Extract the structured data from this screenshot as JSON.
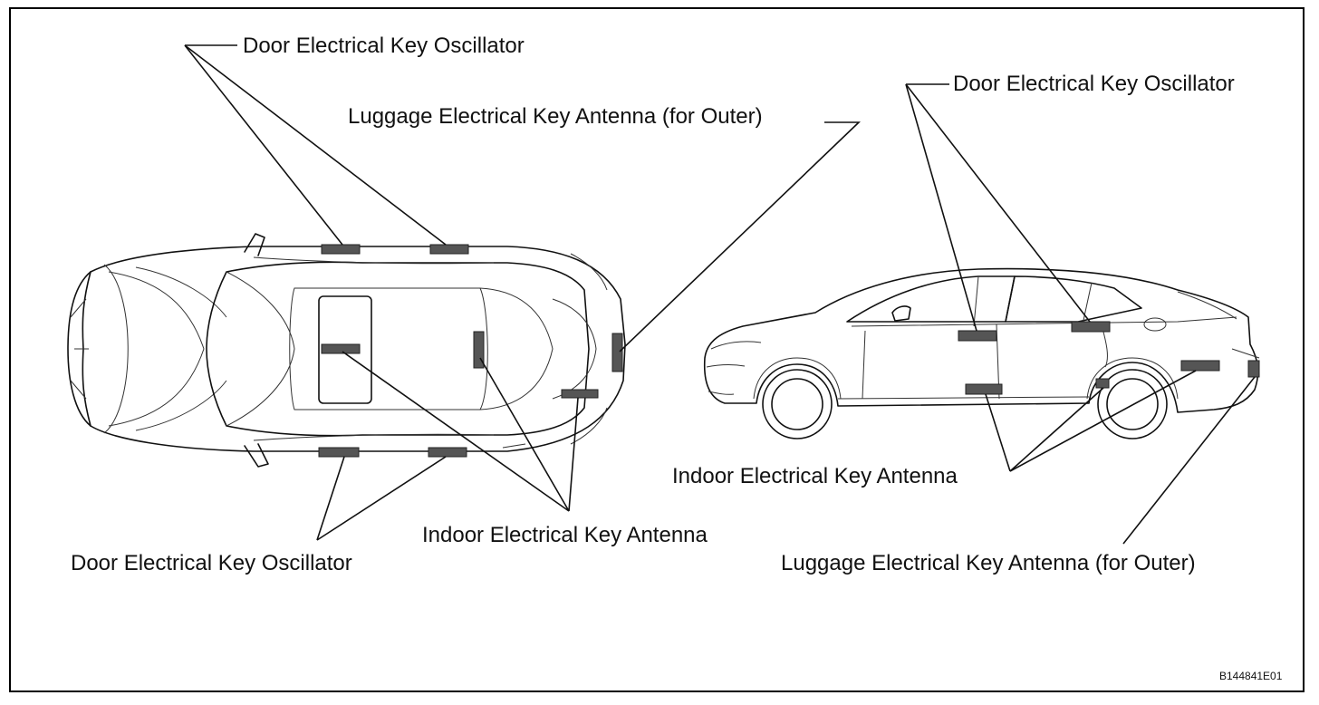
{
  "labels": {
    "top_view_door_oscillator_upper": "Door Electrical Key Oscillator",
    "top_view_luggage_antenna": "Luggage Electrical Key Antenna (for Outer)",
    "top_view_door_oscillator_lower": "Door Electrical Key Oscillator",
    "top_view_indoor_antenna": "Indoor Electrical Key Antenna",
    "side_view_door_oscillator": "Door Electrical Key Oscillator",
    "side_view_indoor_antenna": "Indoor Electrical Key Antenna",
    "side_view_luggage_antenna": "Luggage Electrical Key Antenna (for Outer)"
  },
  "figure_code": "B144841E01",
  "colors": {
    "line": "#111111",
    "component": "#555555",
    "background": "#ffffff"
  }
}
